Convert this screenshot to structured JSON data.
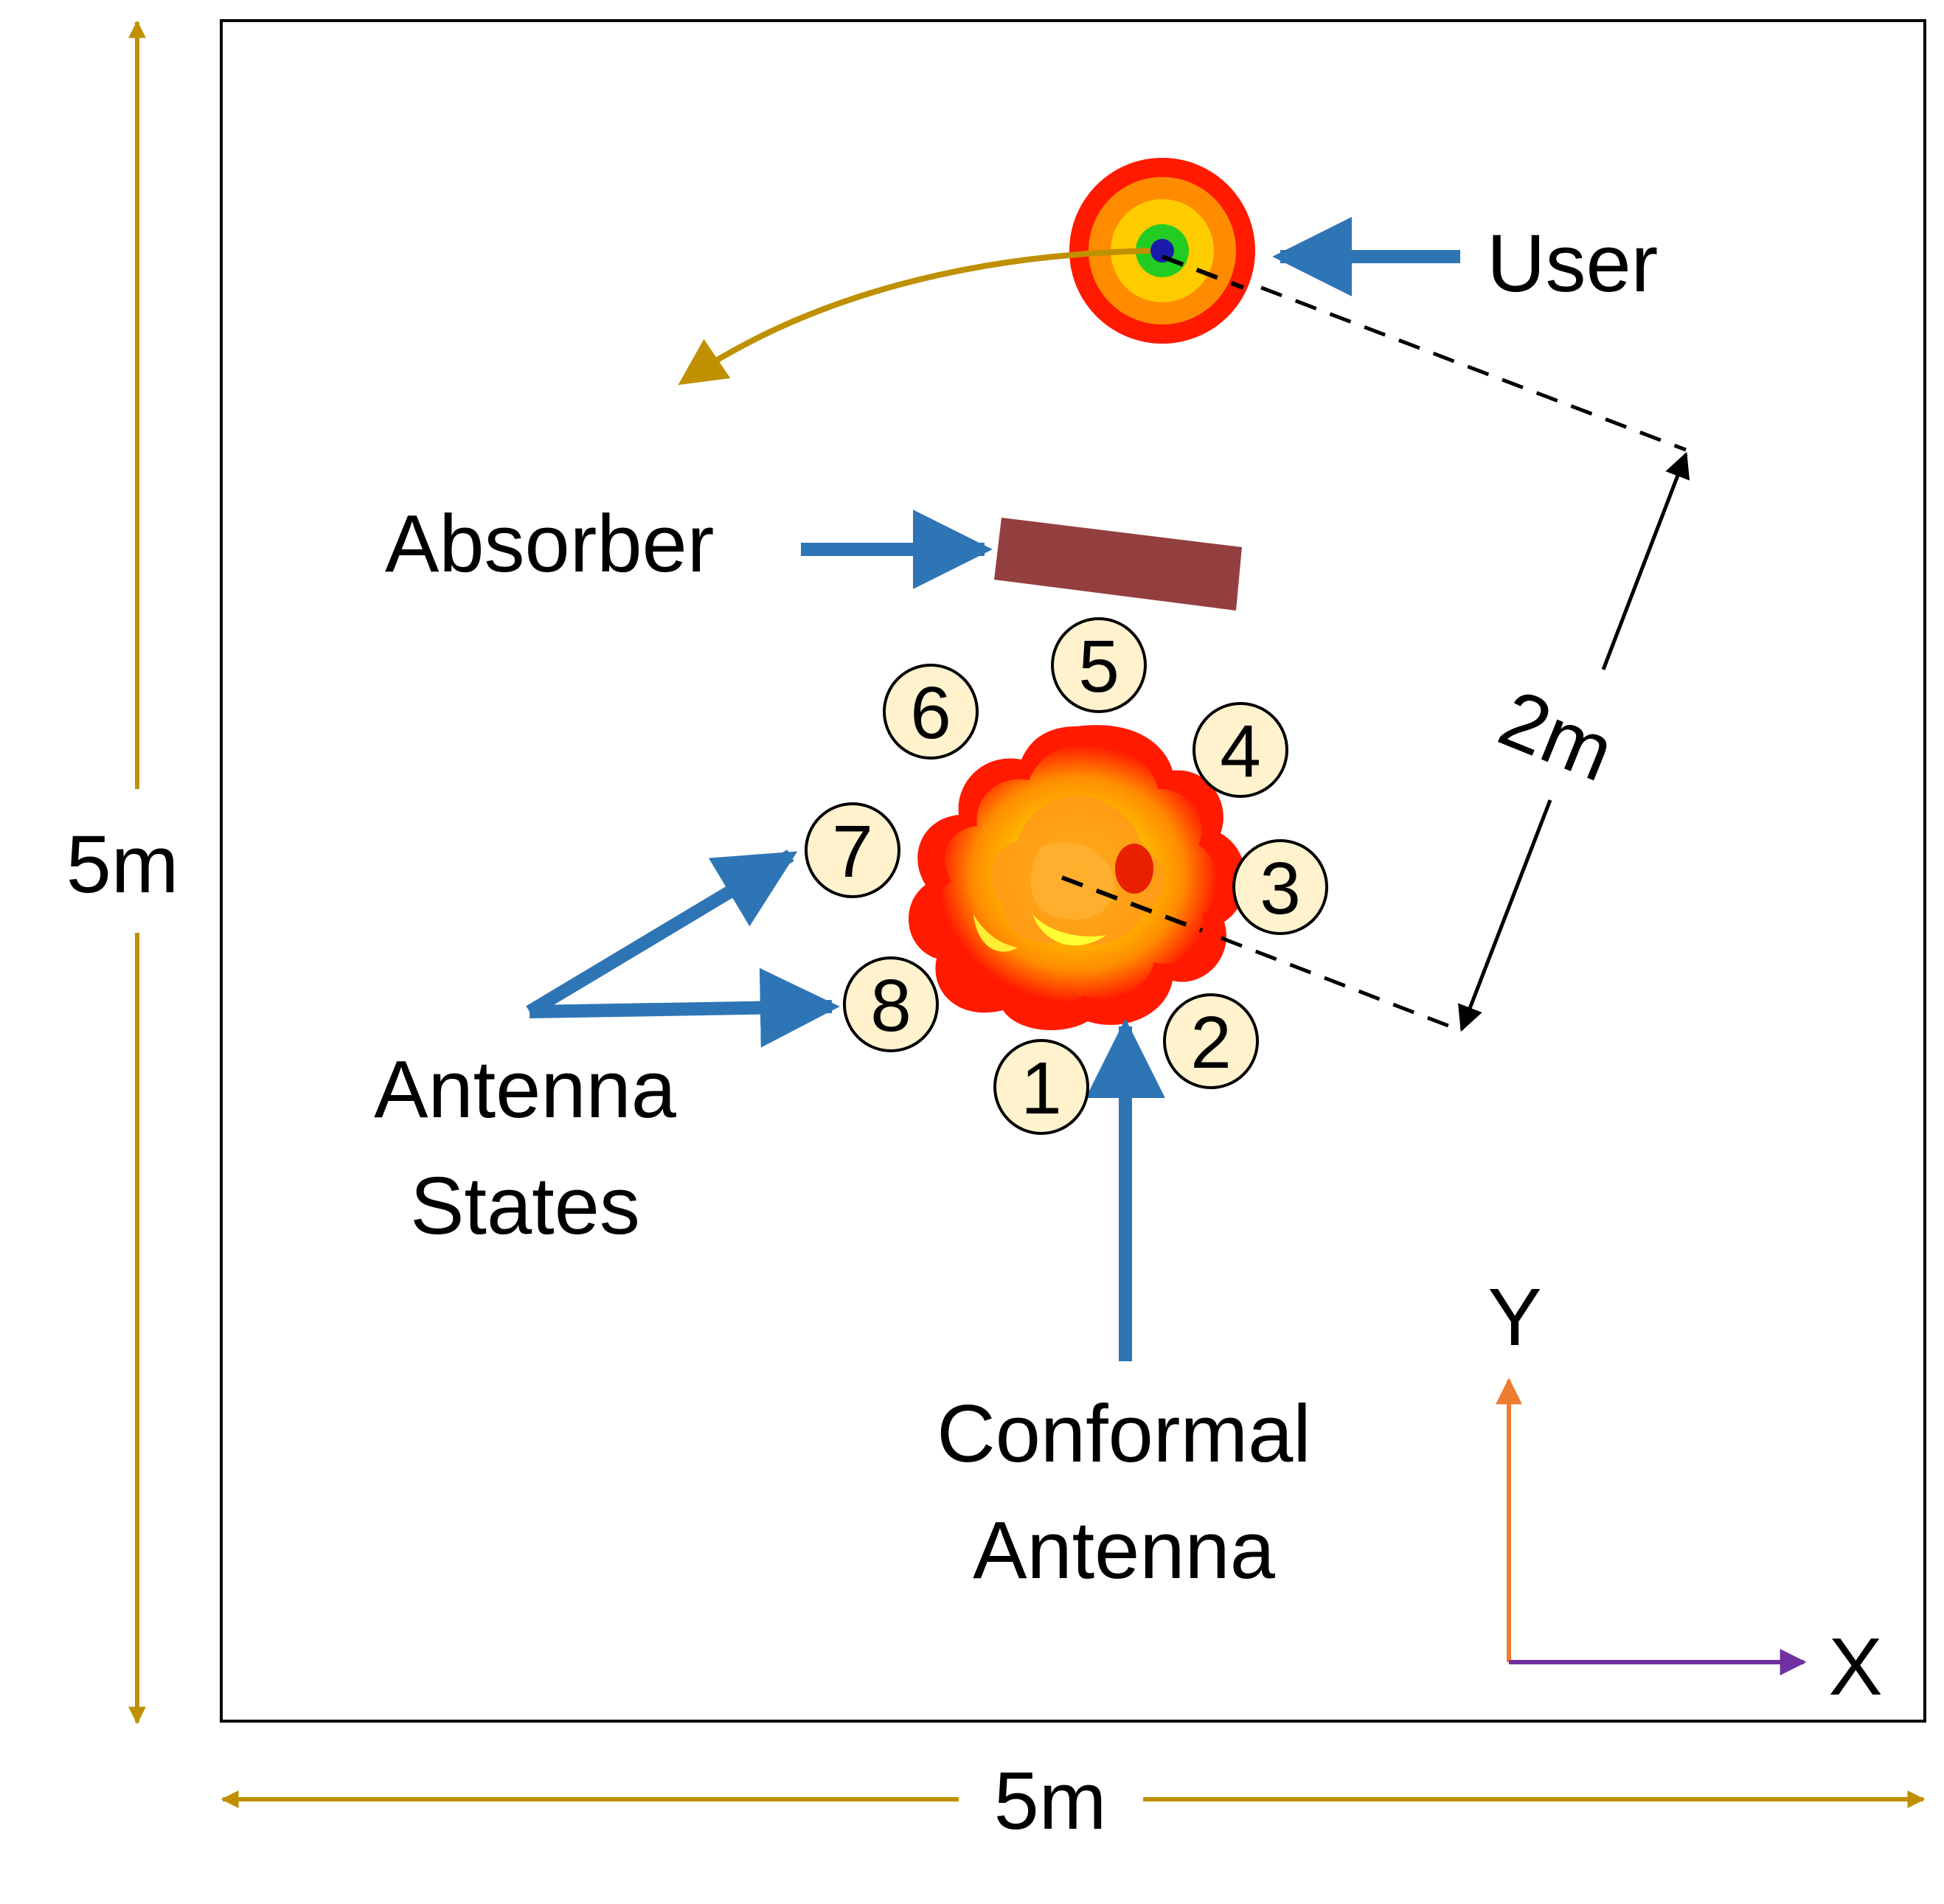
{
  "labels": {
    "user": "User",
    "absorber": "Absorber",
    "antenna_states_line1": "Antenna",
    "antenna_states_line2": "States",
    "conformal_line1": "Conformal",
    "conformal_line2": "Antenna",
    "distance": "2m",
    "room_height": "5m",
    "room_width": "5m",
    "axis_x": "X",
    "axis_y": "Y"
  },
  "antenna_states": [
    "1",
    "2",
    "3",
    "4",
    "5",
    "6",
    "7",
    "8"
  ],
  "colors": {
    "callout_arrow": "#2e75b6",
    "dimension": "#bf9000",
    "absorber": "#943f3f",
    "state_circle_fill": "#fff2cc",
    "axis_x": "#7030a0",
    "axis_y": "#ed7d31",
    "pattern_outer": "#ff0000",
    "pattern_mid": "#ff8c00",
    "pattern_inner": "#ffdd00"
  }
}
